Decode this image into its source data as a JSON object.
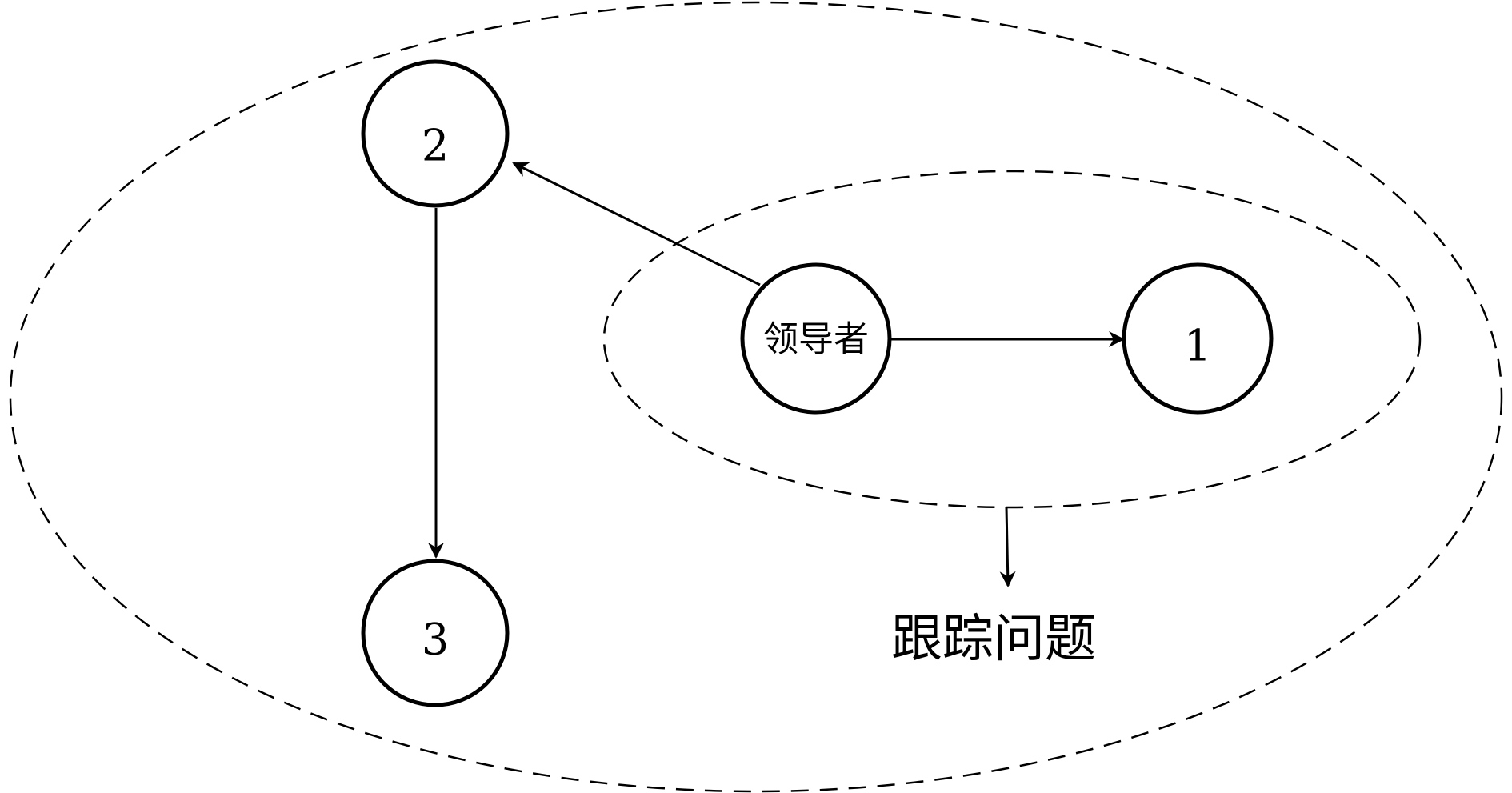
{
  "nodes": {
    "leader": {
      "label": "领导者"
    },
    "n1": {
      "label": "1"
    },
    "n2": {
      "label": "2"
    },
    "n3": {
      "label": "3"
    }
  },
  "edges": [
    {
      "from": "leader",
      "to": "n1"
    },
    {
      "from": "leader",
      "to": "n2"
    },
    {
      "from": "n2",
      "to": "n3"
    }
  ],
  "caption": "跟踪问题",
  "colors": {
    "stroke": "#000000",
    "background": "#ffffff"
  }
}
